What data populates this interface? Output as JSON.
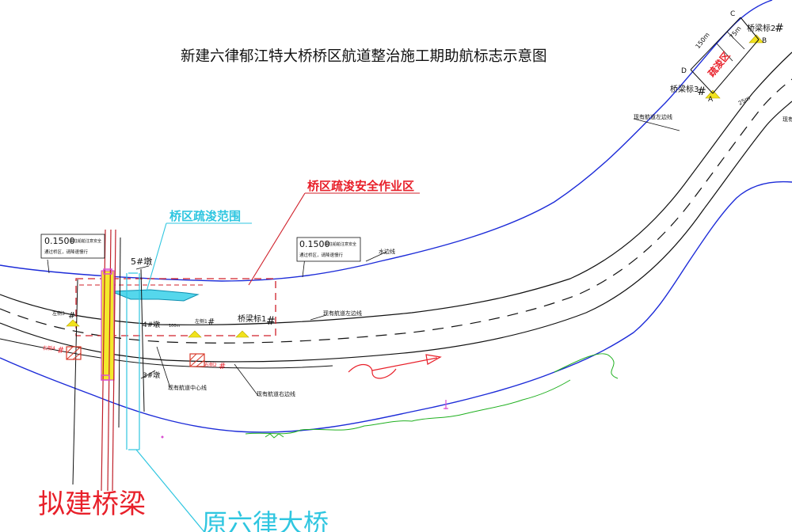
{
  "title": "新建六律郁江特大桥桥区航道整治施工期助航标志示意图",
  "labels": {
    "dredge_safe_zone": "桥区疏浚安全作业区",
    "dredge_range": "桥区疏浚范围",
    "proposed_bridge": "拟建桥梁",
    "old_bridge": "原六律大桥",
    "water_edge": "水边线",
    "channel_left": "现有航道左边线",
    "channel_center": "现有航道中心线",
    "channel_right": "现有航道右边线",
    "channel_left_top": "现有航道左边线",
    "channel_right_top_cut": "现有",
    "pier5": "5#墩",
    "pier4": "4#墩",
    "pier3": "3#墩",
    "mark_bridge1": "桥梁标1",
    "mark_bridge1_hash": "#",
    "mark_bridge2": "桥梁标2",
    "mark_bridge2_hash": "#",
    "mark_bridge3": "桥梁标3",
    "mark_bridge3_hash": "#",
    "mark_left3": "左侧3",
    "mark_left3_hash": "#",
    "mark_left1": "左侧1",
    "mark_left1_hash": "#",
    "mark_right4": "右侧4",
    "mark_right4_hash": "#",
    "mark_right2": "右侧2",
    "mark_right2_hash": "#",
    "dim_100": "100m",
    "dim_150": "150m",
    "dim_75": "75m",
    "dim_25": "25m",
    "dredge_zone_small": "疏浚区",
    "pt_a": "A",
    "pt_b": "B",
    "pt_c": "C",
    "pt_d": "D",
    "notice1_title": "0.1500",
    "notice1_body1": "来往船舶注意安全",
    "notice1_body2": "通过桥区，请降速慢行",
    "notice2_title": "0.1500",
    "notice2_body1": "来往船舶注意安全",
    "notice2_body2": "通过桥区，请降速慢行"
  },
  "colors": {
    "river_bank": "#1c2bd8",
    "channel_lines": "#111111",
    "proposed_red": "#e8202a",
    "old_bridge_cyan": "#2fc6e0",
    "buoy_yellow": "#f1e21c",
    "bridge_yellow": "#f3ea2b",
    "pink_edge": "#d94fd1",
    "right_mark_red": "#d83a2a",
    "green_bank": "#20b020",
    "dashed_zone": "#d0202a"
  }
}
